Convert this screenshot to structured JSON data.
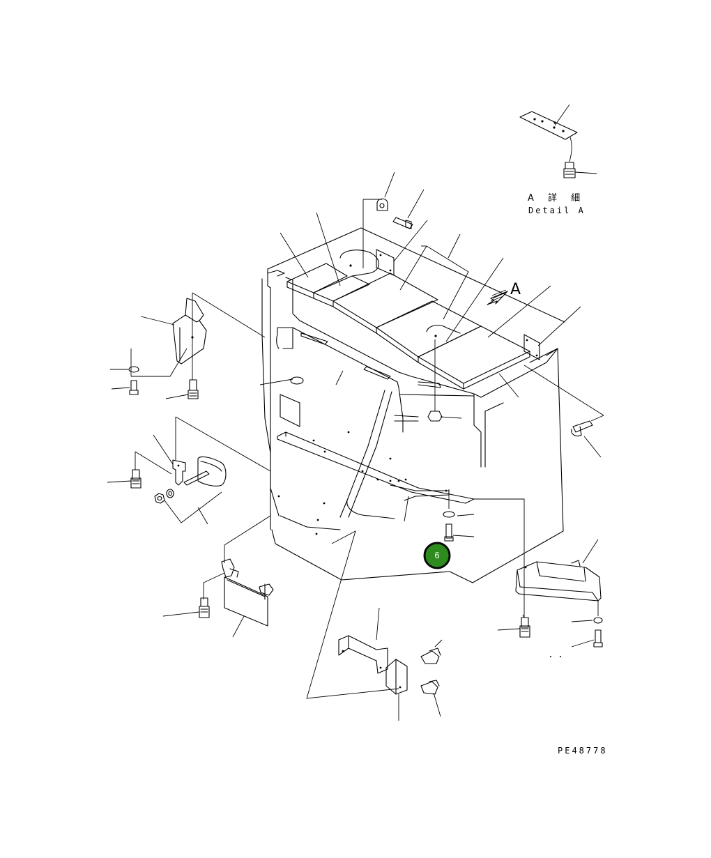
{
  "detail": {
    "view_letter": "A",
    "caption_jp": "A 詳 細",
    "caption_en": "Detail A"
  },
  "view_arrow_label": "A",
  "drawing_number": "PE48778",
  "hotspot": {
    "label": "6",
    "fill_color": "#2e8b1e",
    "ring_color": "#0a0a0a"
  }
}
